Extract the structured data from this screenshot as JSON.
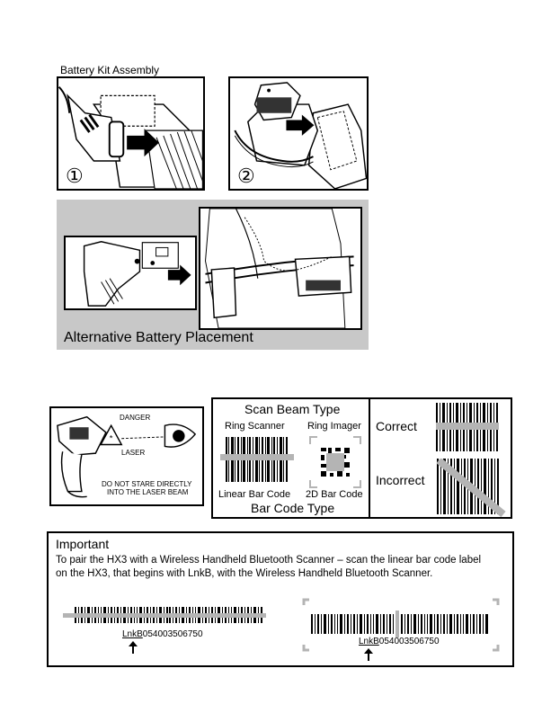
{
  "battery": {
    "title": "Battery Kit Assembly",
    "step1": "①",
    "step2": "②",
    "alt_caption": "Alternative Battery Placement"
  },
  "laser": {
    "danger": "DANGER",
    "laser": "LASER",
    "warning_line1": "DO NOT STARE DIRECTLY",
    "warning_line2": "INTO THE LASER BEAM"
  },
  "scan": {
    "title": "Scan Beam Type",
    "ring_scanner": "Ring Scanner",
    "ring_imager": "Ring Imager",
    "linear": "Linear Bar Code",
    "twod": "2D Bar Code",
    "footer": "Bar Code Type"
  },
  "usage": {
    "correct": "Correct",
    "incorrect": "Incorrect"
  },
  "important": {
    "heading": "Important",
    "body_line1": "To pair the HX3 with a Wireless Handheld Bluetooth Scanner – scan the linear bar code label",
    "body_line2": "on the HX3, that begins with LnkB, with the Wireless Handheld Bluetooth Scanner.",
    "label1_prefix": "LnkB",
    "label1_number": "054003506750",
    "label2_prefix": "LnkB",
    "label2_number": "054003506750"
  },
  "colors": {
    "panel_gray": "#c8c8c8",
    "beam_gray": "#b4b4b4"
  }
}
